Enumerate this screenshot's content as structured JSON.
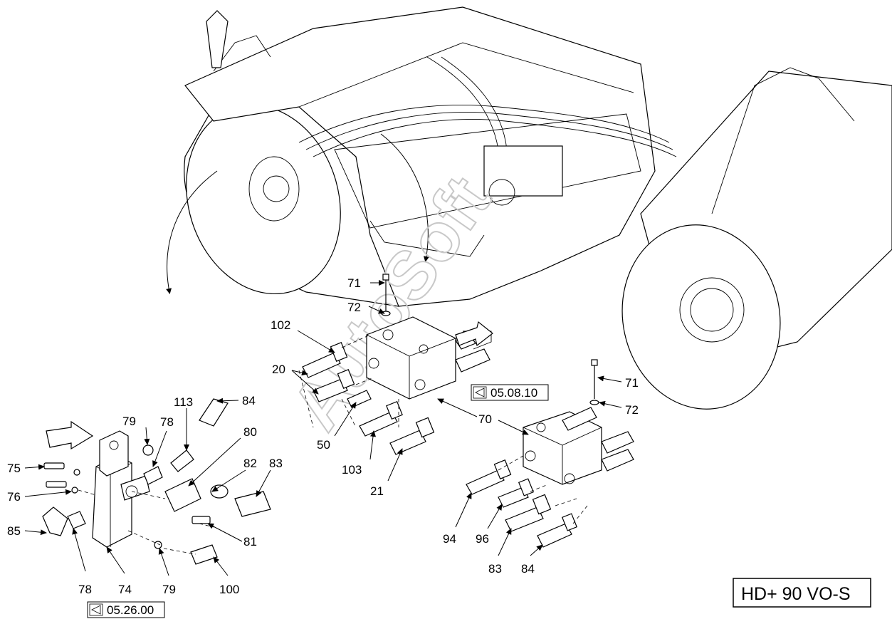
{
  "model_label": "HD+ 90 VO-S",
  "watermark": "AutoSoft",
  "references": [
    {
      "id": "ref-05-08-10",
      "text": "05.08.10"
    },
    {
      "id": "ref-05-26-00",
      "text": "05.26.00"
    }
  ],
  "callouts": [
    "71",
    "72",
    "102",
    "20",
    "50",
    "103",
    "21",
    "70",
    "71",
    "72",
    "94",
    "96",
    "83",
    "84",
    "113",
    "84",
    "79",
    "78",
    "80",
    "82",
    "83",
    "75",
    "76",
    "85",
    "78",
    "74",
    "79",
    "81",
    "100"
  ]
}
